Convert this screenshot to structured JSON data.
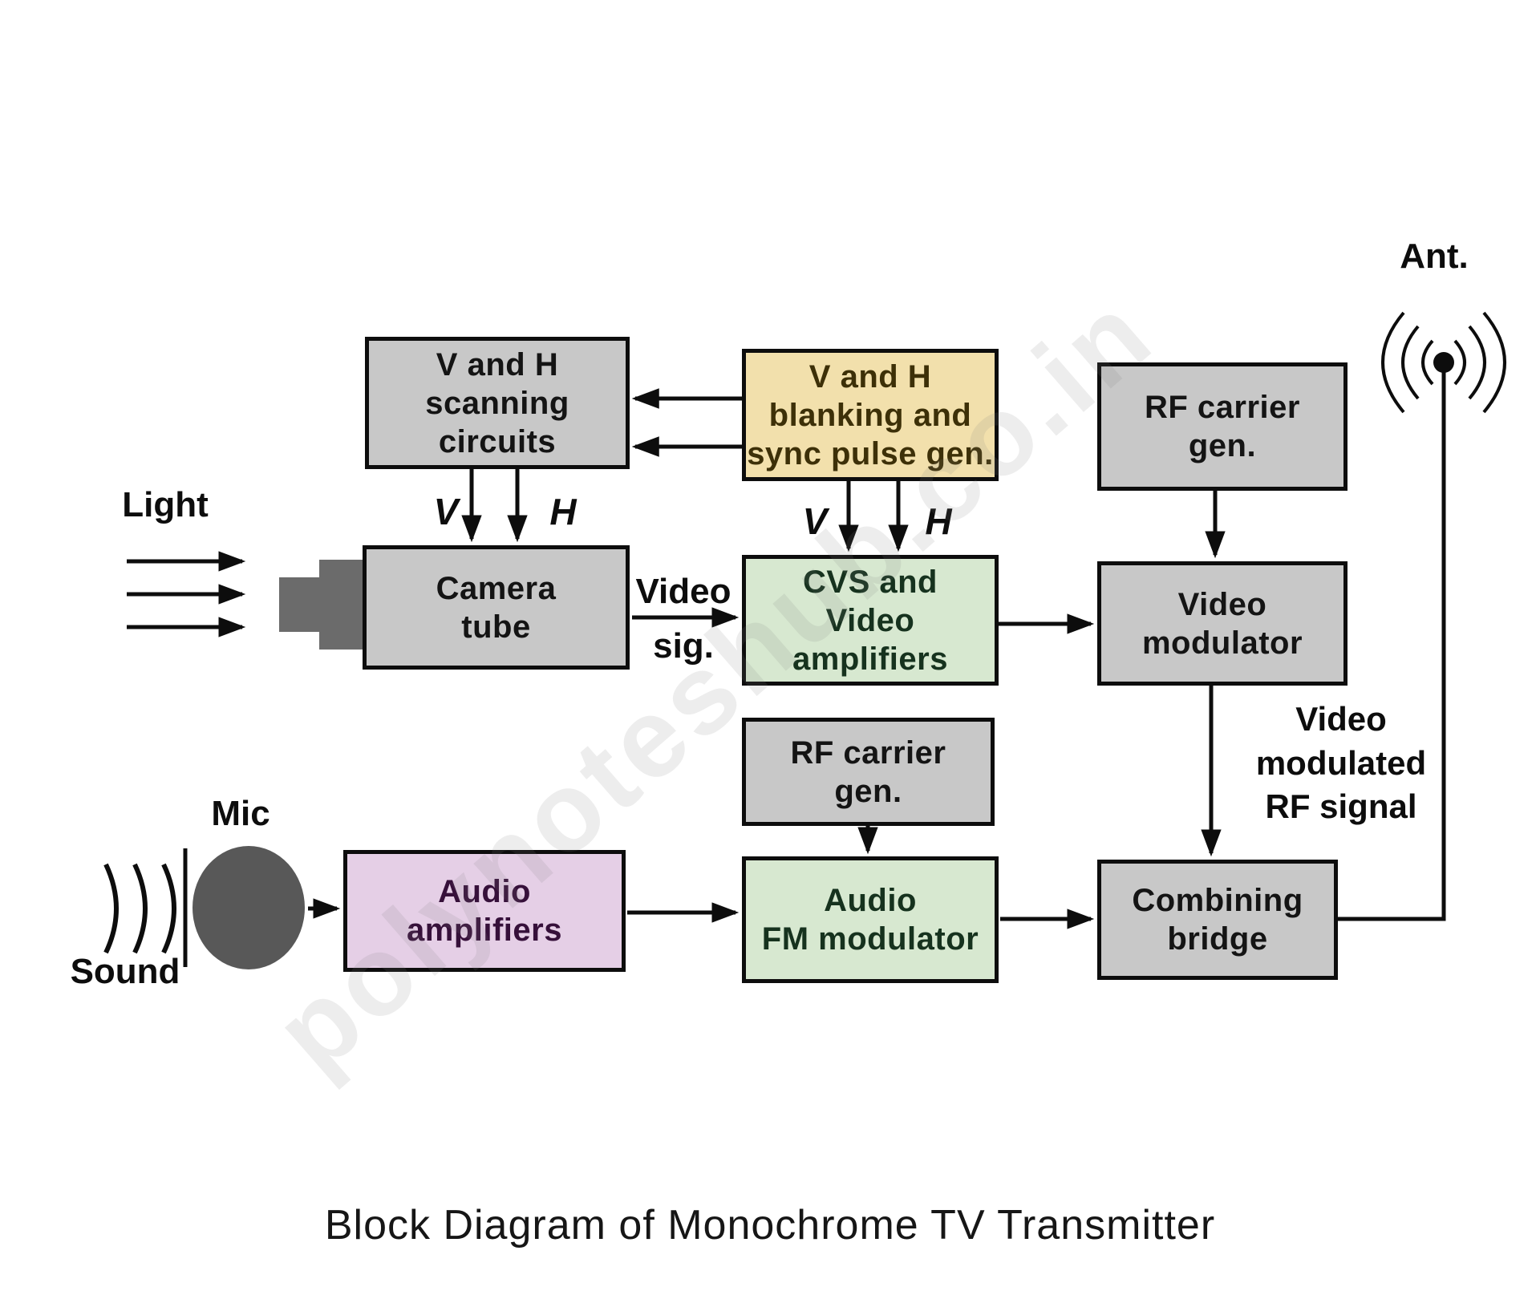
{
  "title": "Block Diagram of Monochrome TV Transmitter",
  "watermark": "polynoteshub.co.in",
  "colors": {
    "box_gray": "#c8c8c8",
    "box_yellow": "#f2e0ac",
    "box_green": "#d7e8d0",
    "box_pink": "#e5cfe6",
    "line_black": "#0d0d0d",
    "lens_gray": "#6b6b6b",
    "mic_gray": "#585858"
  },
  "blocks": {
    "scanning": {
      "label": "V and H\nscanning\ncircuits"
    },
    "blanking": {
      "label": "V and H\nblanking and\nsync pulse gen."
    },
    "rf_top": {
      "label": "RF carrier\ngen."
    },
    "camera": {
      "label": "Camera\ntube"
    },
    "cvs": {
      "label": "CVS and\nVideo\namplifiers"
    },
    "video_mod": {
      "label": "Video\nmodulator"
    },
    "rf_mid": {
      "label": "RF carrier\ngen."
    },
    "audio_amp": {
      "label": "Audio\namplifiers"
    },
    "audio_fm": {
      "label": "Audio\nFM modulator"
    },
    "combining": {
      "label": "Combining\nbridge"
    }
  },
  "labels": {
    "light": "Light",
    "mic": "Mic",
    "sound": "Sound",
    "ant": "Ant.",
    "v": "V",
    "h": "H",
    "video_sig": "Video\nsig.",
    "video_mod_rf": "Video\nmodulated\nRF signal"
  },
  "connections": [
    {
      "from": "V and H blanking and sync pulse gen.",
      "to": "V and H scanning circuits",
      "label": ""
    },
    {
      "from": "V and H scanning circuits",
      "to": "Camera tube",
      "label": "V, H"
    },
    {
      "from": "Light",
      "to": "Camera tube",
      "label": ""
    },
    {
      "from": "Camera tube",
      "to": "CVS and Video amplifiers",
      "label": "Video sig."
    },
    {
      "from": "V and H blanking and sync pulse gen.",
      "to": "CVS and Video amplifiers",
      "label": "V, H"
    },
    {
      "from": "CVS and Video amplifiers",
      "to": "Video modulator",
      "label": ""
    },
    {
      "from": "RF carrier gen. (top)",
      "to": "Video modulator",
      "label": ""
    },
    {
      "from": "Video modulator",
      "to": "Combining bridge",
      "label": "Video modulated RF signal"
    },
    {
      "from": "Sound",
      "to": "Mic",
      "label": ""
    },
    {
      "from": "Mic",
      "to": "Audio amplifiers",
      "label": ""
    },
    {
      "from": "Audio amplifiers",
      "to": "Audio FM modulator",
      "label": ""
    },
    {
      "from": "RF carrier gen. (mid)",
      "to": "Audio FM modulator",
      "label": ""
    },
    {
      "from": "Audio FM modulator",
      "to": "Combining bridge",
      "label": ""
    },
    {
      "from": "Combining bridge",
      "to": "Ant.",
      "label": ""
    }
  ]
}
